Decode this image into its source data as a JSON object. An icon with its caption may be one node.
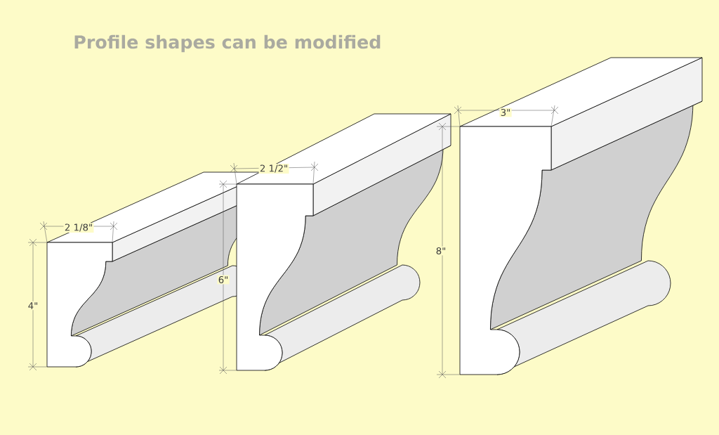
{
  "diagram": {
    "title": "Profile shapes can be modified",
    "labels": [
      "3\"",
      "2 1/2\"",
      "2 1/8\"",
      "8\"",
      "6\"",
      "4\""
    ]
  }
}
